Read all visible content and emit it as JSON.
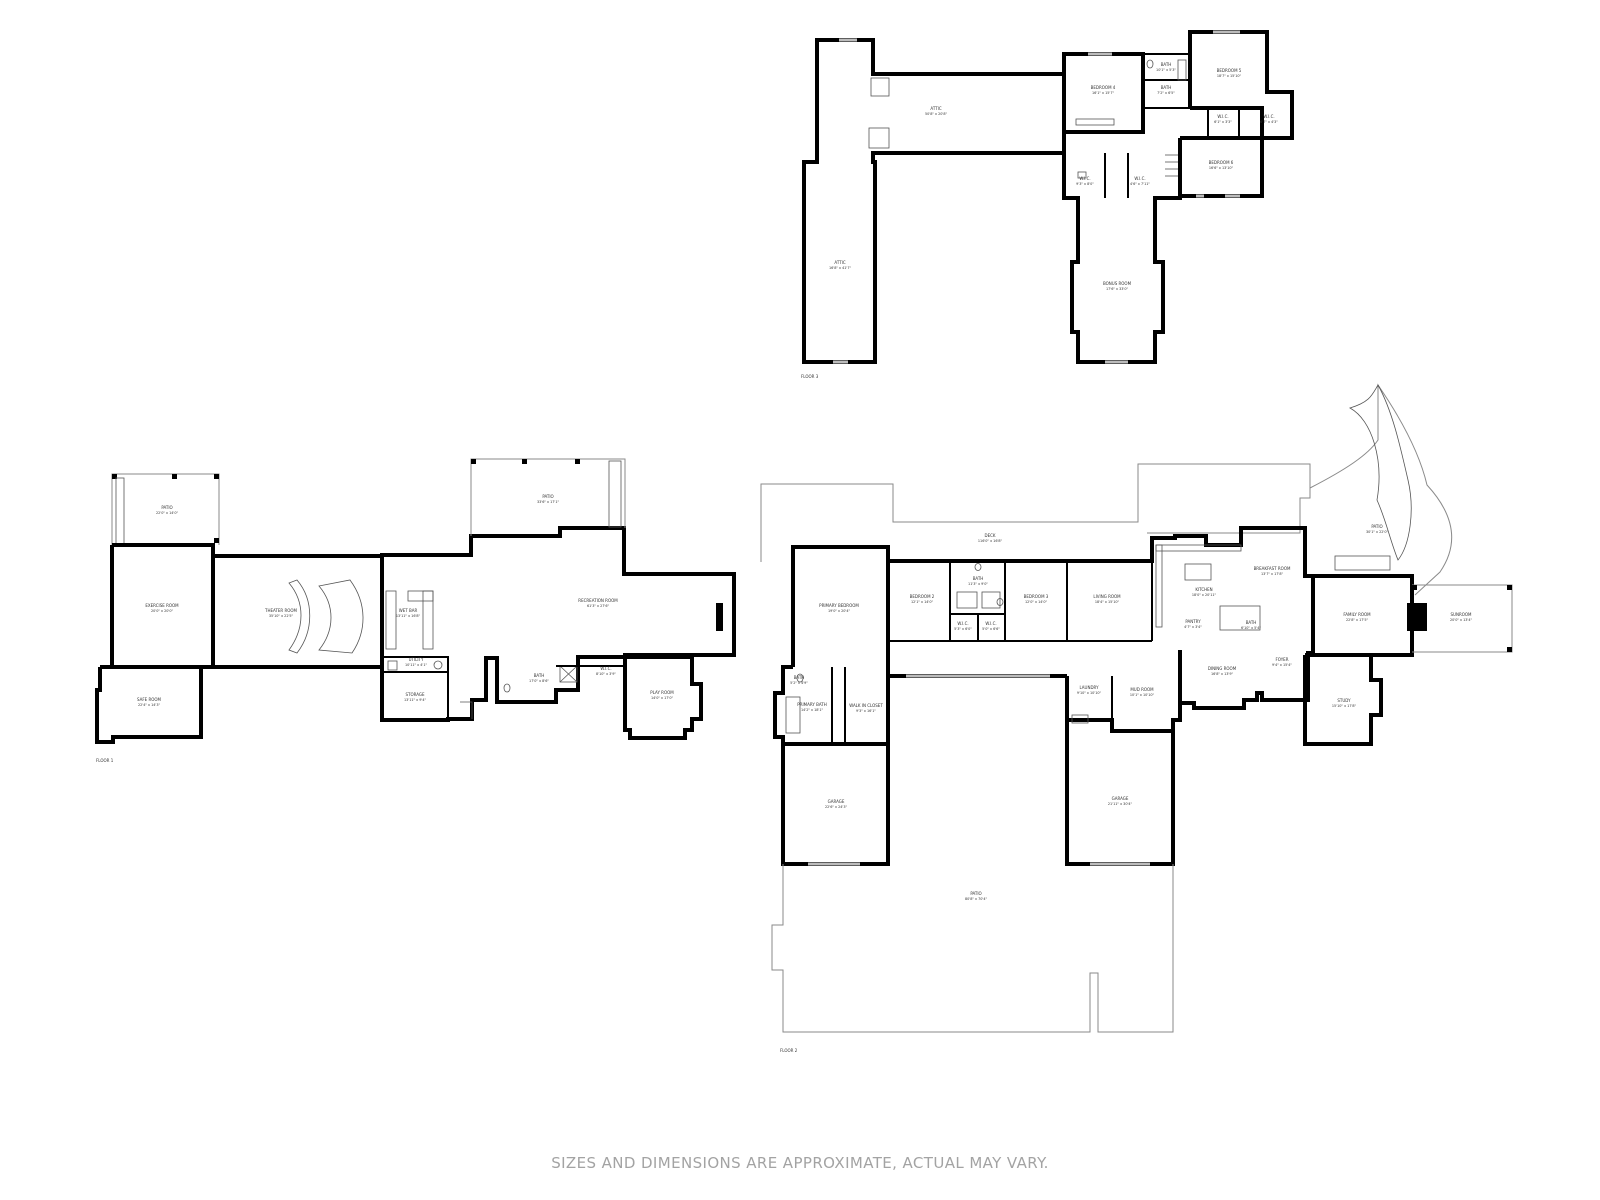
{
  "colors": {
    "wall": "#000000",
    "outline": "#8a8a8a",
    "text": "#333333",
    "disclaimer": "#a3a3a3"
  },
  "disclaimer": "SIZES AND DIMENSIONS ARE APPROXIMATE, ACTUAL MAY VARY.",
  "floors": {
    "floor1": {
      "label": "FLOOR 1",
      "rooms": [
        {
          "id": "patio-a",
          "name": "PATIO",
          "dim": "22'0\" x 14'0\""
        },
        {
          "id": "patio-b",
          "name": "PATIO",
          "dim": "33'6\" x 17'1\""
        },
        {
          "id": "exercise",
          "name": "EXERCISE ROOM",
          "dim": "20'0\" x 20'0\""
        },
        {
          "id": "theater",
          "name": "THEATER ROOM",
          "dim": "35'10\" x 22'5\""
        },
        {
          "id": "wet-bar",
          "name": "WET BAR",
          "dim": "13'11\" x 16'8\""
        },
        {
          "id": "recreation",
          "name": "RECREATION ROOM",
          "dim": "61'3\" x 27'6\""
        },
        {
          "id": "safe",
          "name": "SAFE ROOM",
          "dim": "22'4\" x 14'3\""
        },
        {
          "id": "utility",
          "name": "UTILITY",
          "dim": "10'11\" x 4'1\""
        },
        {
          "id": "storage",
          "name": "STORAGE",
          "dim": "13'11\" x 9'4\""
        },
        {
          "id": "bath",
          "name": "BATH",
          "dim": "17'0\" x 8'6\""
        },
        {
          "id": "wic",
          "name": "W.I.C.",
          "dim": "8'10\" x 3'9\""
        },
        {
          "id": "play",
          "name": "PLAY ROOM",
          "dim": "14'0\" x 17'0\""
        }
      ]
    },
    "floor2": {
      "label": "FLOOR 2",
      "rooms": [
        {
          "id": "deck",
          "name": "DECK",
          "dim": "116'0\" x 16'8\""
        },
        {
          "id": "primary-bed",
          "name": "PRIMARY BEDROOM",
          "dim": "19'0\" x 20'4\""
        },
        {
          "id": "bed2",
          "name": "BEDROOM 2",
          "dim": "12'1\" x 14'0\""
        },
        {
          "id": "bath2",
          "name": "BATH",
          "dim": "11'3\" x 9'0\""
        },
        {
          "id": "wic2a",
          "name": "W.I.C.",
          "dim": "5'3\" x 6'0\""
        },
        {
          "id": "wic2b",
          "name": "W.I.C.",
          "dim": "5'0\" x 6'6\""
        },
        {
          "id": "bed3",
          "name": "BEDROOM 3",
          "dim": "12'0\" x 14'0\""
        },
        {
          "id": "living",
          "name": "LIVING ROOM",
          "dim": "18'4\" x 15'10\""
        },
        {
          "id": "kitchen",
          "name": "KITCHEN",
          "dim": "18'0\" x 20'11\""
        },
        {
          "id": "breakfast",
          "name": "BREAKFAST ROOM",
          "dim": "13'7\" x 17'8\""
        },
        {
          "id": "pantry",
          "name": "PANTRY",
          "dim": "4'7\" x 3'4\""
        },
        {
          "id": "bath3",
          "name": "BATH",
          "dim": "6'10\" x 5'4\""
        },
        {
          "id": "patio2",
          "name": "PATIO",
          "dim": "30'1\" x 22'0\""
        },
        {
          "id": "family",
          "name": "FAMILY ROOM",
          "dim": "22'8\" x 17'5\""
        },
        {
          "id": "sunroom",
          "name": "SUNROOM",
          "dim": "20'0\" x 13'4\""
        },
        {
          "id": "foyer",
          "name": "FOYER",
          "dim": "9'4\" x 15'4\""
        },
        {
          "id": "dining",
          "name": "DINING ROOM",
          "dim": "16'8\" x 13'9\""
        },
        {
          "id": "study",
          "name": "STUDY",
          "dim": "15'10\" x 17'8\""
        },
        {
          "id": "laundry",
          "name": "LAUNDRY",
          "dim": "9'10\" x 10'10\""
        },
        {
          "id": "mud",
          "name": "MUD ROOM",
          "dim": "10'1\" x 10'10\""
        },
        {
          "id": "bath4",
          "name": "BATH",
          "dim": "5'2\" x 4'9\""
        },
        {
          "id": "primary-bath",
          "name": "PRIMARY BATH",
          "dim": "14'2\" x 18'1\""
        },
        {
          "id": "walkin",
          "name": "WALK IN CLOSET",
          "dim": "9'3\" x 16'1\""
        },
        {
          "id": "garage-a",
          "name": "GARAGE",
          "dim": "22'6\" x 24'3\""
        },
        {
          "id": "garage-b",
          "name": "GARAGE",
          "dim": "21'11\" x 30'4\""
        },
        {
          "id": "patio3",
          "name": "PATIO",
          "dim": "80'8\" x 70'4\""
        }
      ]
    },
    "floor3": {
      "label": "FLOOR 3",
      "rooms": [
        {
          "id": "attic-a",
          "name": "ATTIC",
          "dim": "50'8\" x 20'8\""
        },
        {
          "id": "attic-b",
          "name": "ATTIC",
          "dim": "16'8\" x 41'7\""
        },
        {
          "id": "bed4",
          "name": "BEDROOM 4",
          "dim": "16'1\" x 15'7\""
        },
        {
          "id": "bath5",
          "name": "BATH",
          "dim": "10'1\" x 5'3\""
        },
        {
          "id": "bath6",
          "name": "BATH",
          "dim": "7'2\" x 6'5\""
        },
        {
          "id": "bed5",
          "name": "BEDROOM 5",
          "dim": "18'7\" x 15'10\""
        },
        {
          "id": "wic3a",
          "name": "W.I.C.",
          "dim": "6'1\" x 3'3\""
        },
        {
          "id": "wic3b",
          "name": "W.I.C.",
          "dim": "6'7\" x 4'3\""
        },
        {
          "id": "bed6",
          "name": "BEDROOM 6",
          "dim": "16'6\" x 13'10\""
        },
        {
          "id": "wic3c",
          "name": "W.I.C.",
          "dim": "9'3\" x 8'0\""
        },
        {
          "id": "wic3d",
          "name": "W.I.C.",
          "dim": "4'6\" x 7'11\""
        },
        {
          "id": "bonus",
          "name": "BONUS ROOM",
          "dim": "17'6\" x 33'0\""
        }
      ]
    }
  }
}
